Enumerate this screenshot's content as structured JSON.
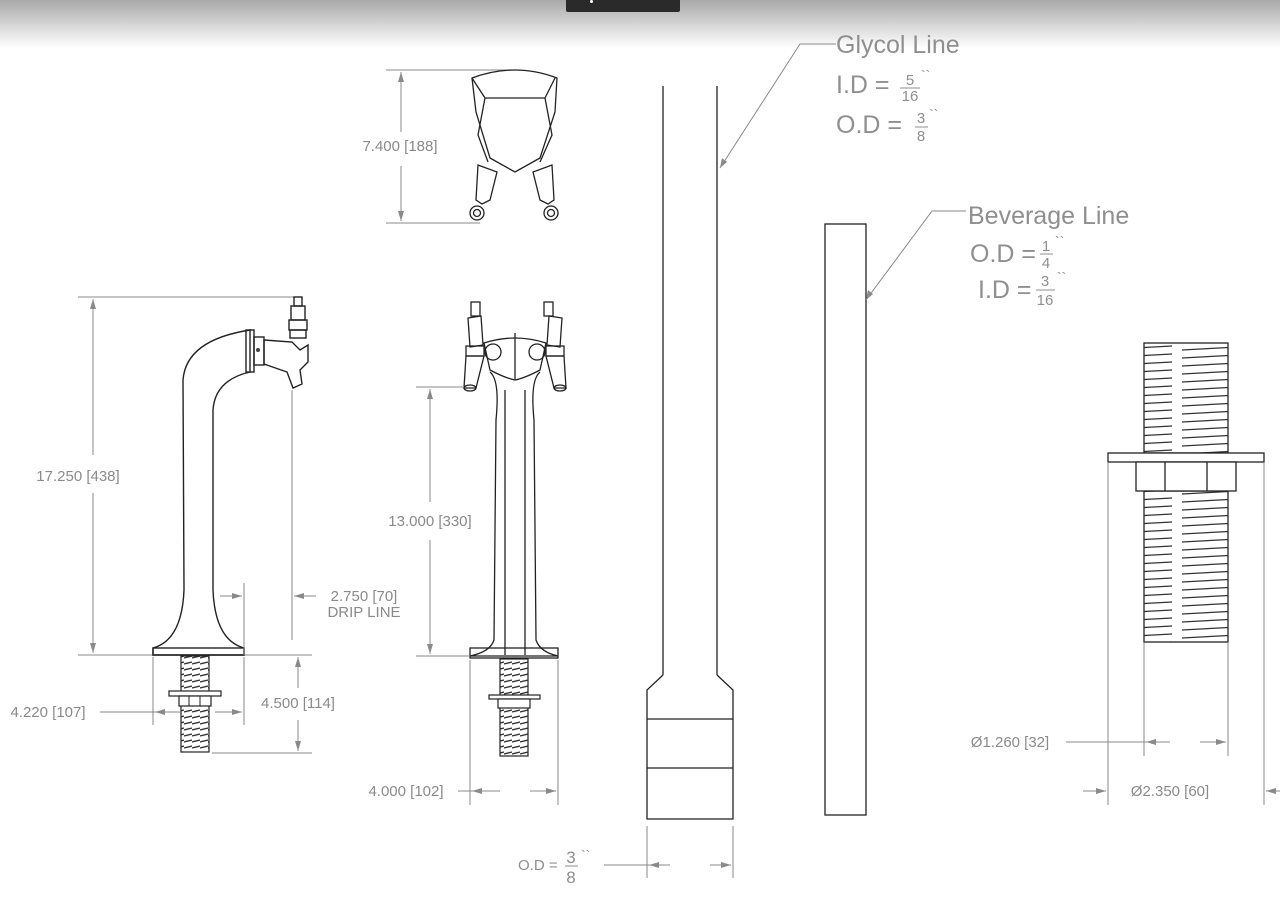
{
  "viewer": {
    "top_button_label": ""
  },
  "views": {
    "top_view": {
      "height_dim": "7.400 [188]"
    },
    "side_view": {
      "height_dim": "17.250 [438]",
      "drip_dim": "2.750 [70]",
      "drip_label": "DRIP LINE",
      "base_width_dim": "4.220 [107]",
      "shank_dim": "4.500 [114]"
    },
    "front_view": {
      "faucet_height_dim": "13.000 [330]",
      "base_width_dim": "4.000 [102]"
    },
    "glycol_line": {
      "title": "Glycol Line",
      "id_label": "I.D =",
      "id_num": "5",
      "id_den": "16",
      "od_label": "O.D =",
      "od_num": "3",
      "od_den": "8",
      "inch_mark": "``"
    },
    "beverage_line": {
      "title": "Beverage Line",
      "od_label": "O.D =",
      "od_num": "1",
      "od_den": "4",
      "id_label": "I.D =",
      "id_num": "3",
      "id_den": "16",
      "inch_mark": "``"
    },
    "connector": {
      "od_label": "O.D =",
      "od_num": "3",
      "od_den": "8",
      "inch_mark": "``"
    },
    "shank_detail": {
      "inner_dia_dim": "Ø1.260 [32]",
      "outer_dia_dim": "Ø2.350 [60]"
    }
  }
}
